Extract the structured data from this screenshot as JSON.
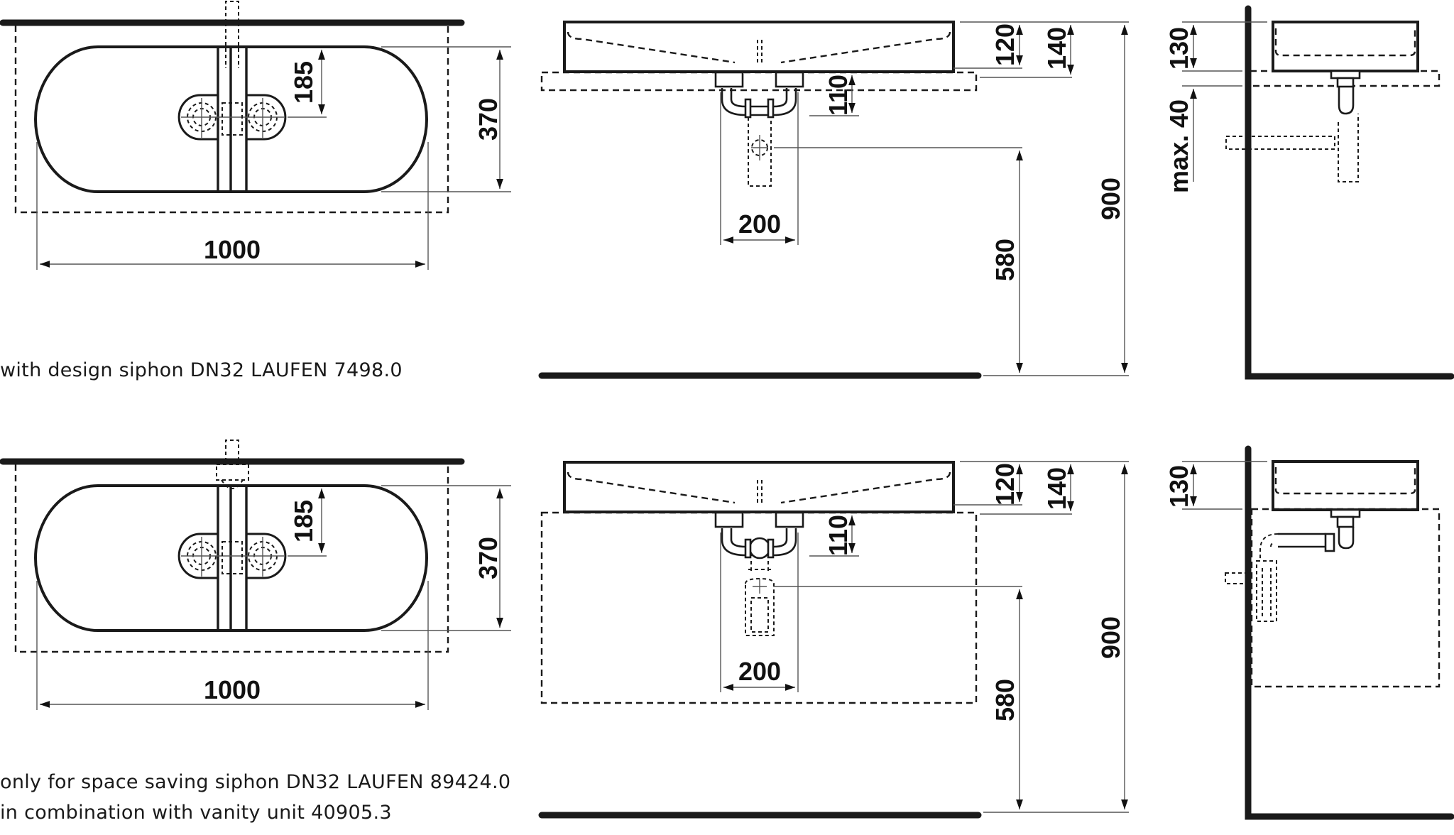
{
  "drawing": {
    "title": "Washbasin 1000 x 370 technical dimension drawing",
    "line_color": "#1a1a1a",
    "background": "#ffffff"
  },
  "variants": [
    {
      "id": "design-siphon",
      "caption_lines": [
        "with design siphon DN32 LAUFEN 7498.0"
      ],
      "plan_view": {
        "width_dim": "1000",
        "depth_dim": "370",
        "drain_offset_dim": "185"
      },
      "front_view": {
        "basin_height_dim": "120",
        "overall_height_dim": "140",
        "trap_depth_dim": "110",
        "trap_width_dim": "200",
        "outlet_height_dim": "580",
        "top_height_dim": "900"
      },
      "side_view": {
        "basin_height_dim": "130",
        "shelf_dim": "max. 40"
      }
    },
    {
      "id": "space-saving-siphon",
      "caption_lines": [
        "only for space saving siphon DN32 LAUFEN 89424.0",
        "in combination with vanity unit 40905.3"
      ],
      "plan_view": {
        "width_dim": "1000",
        "depth_dim": "370",
        "drain_offset_dim": "185"
      },
      "front_view": {
        "basin_height_dim": "120",
        "overall_height_dim": "140",
        "trap_depth_dim": "110",
        "trap_width_dim": "200",
        "outlet_height_dim": "580",
        "top_height_dim": "900"
      },
      "side_view": {
        "basin_height_dim": "130"
      }
    }
  ]
}
